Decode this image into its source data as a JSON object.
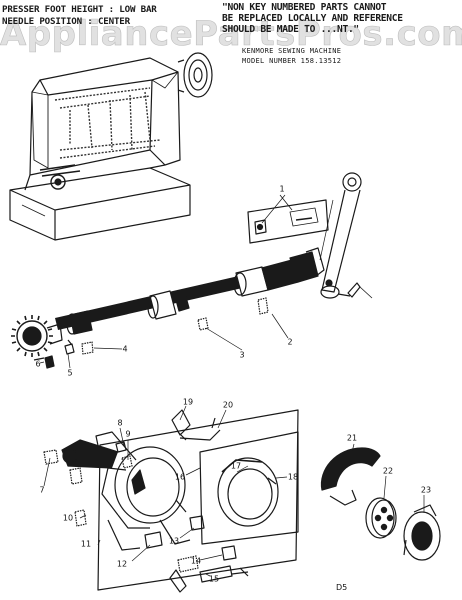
{
  "header": {
    "left_note_lines": [
      "PRESSER FOOT HEIGHT : LOW BAR",
      "NEEDLE POSITION : CENTER"
    ],
    "right_note_lines": [
      "\"NON KEY NUMBERED PARTS CANNOT",
      "BE REPLACED LOCALLY AND REFERENCE",
      "SHOULD BE MADE TO ...NT.\""
    ],
    "model_lines": [
      "KENMORE SEWING MACHINE",
      "MODEL NUMBER 158.13512"
    ]
  },
  "watermark": "AppliancePartsPros.com",
  "callouts": [
    "1",
    "2",
    "3",
    "4",
    "5",
    "6",
    "7",
    "8",
    "9",
    "10",
    "11",
    "12",
    "13",
    "14",
    "15",
    "16",
    "17",
    "18",
    "19",
    "20",
    "21",
    "22",
    "23"
  ],
  "page_code": "D5"
}
